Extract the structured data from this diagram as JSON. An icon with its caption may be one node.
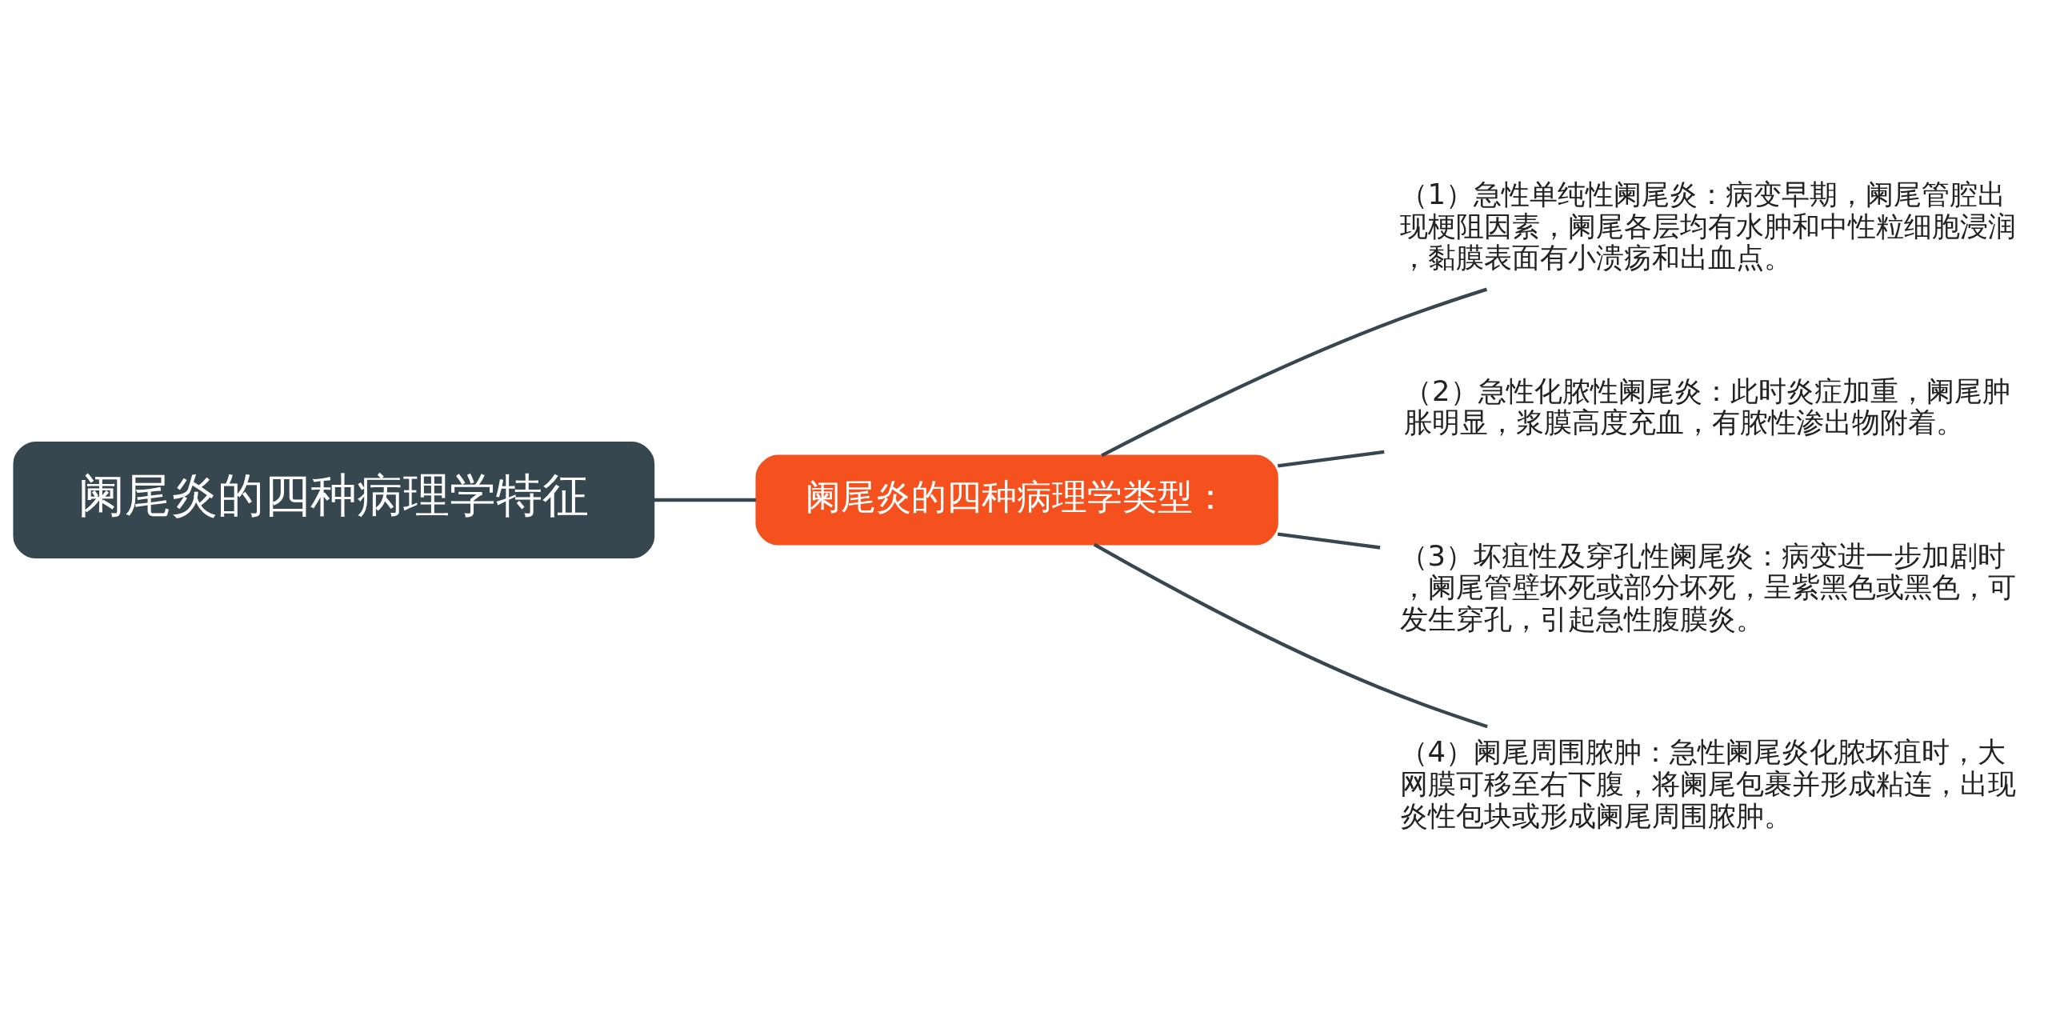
{
  "diagram": {
    "nodes": [
      {
        "text": [
          "阑尾炎的四种病理学特征"
        ]
      },
      {
        "text": [
          "阑尾炎的四种病理学类型："
        ]
      },
      {
        "text": [
          "（1）急性单纯性阑尾炎：病变早期，阑尾管腔出现梗阻因素，阑尾各层均有水肿和中性粒细胞浸润，黏膜表面有小溃疡和出血点。"
        ]
      },
      {
        "text": [
          "（2）急性化脓性阑尾炎：此时炎症加重，阑尾肿胀明显，浆膜高度充血，有脓性渗出物附着。"
        ]
      },
      {
        "text": [
          "（3）坏疽性及穿孔性阑尾炎：病变进一步加剧时，阑尾管壁坏死或部分坏死，呈紫黑色或黑色，可发生穿孔，引起急性腹膜炎。"
        ]
      },
      {
        "text": [
          "（4）阑尾周围脓肿：急性阑尾炎化脓坏疽时，大网膜可移至右下腹，将阑尾包裹并形成粘连，出现炎性包块或形成阑尾周围脓肿。"
        ]
      }
    ],
    "edges": [
      {
        "from": 0,
        "to": 1,
        "arrow": "none"
      },
      {
        "from": 1,
        "to": 2,
        "arrow": "none"
      },
      {
        "from": 1,
        "to": 3,
        "arrow": "none"
      },
      {
        "from": 1,
        "to": 4,
        "arrow": "none"
      },
      {
        "from": 1,
        "to": 5,
        "arrow": "none"
      }
    ]
  }
}
